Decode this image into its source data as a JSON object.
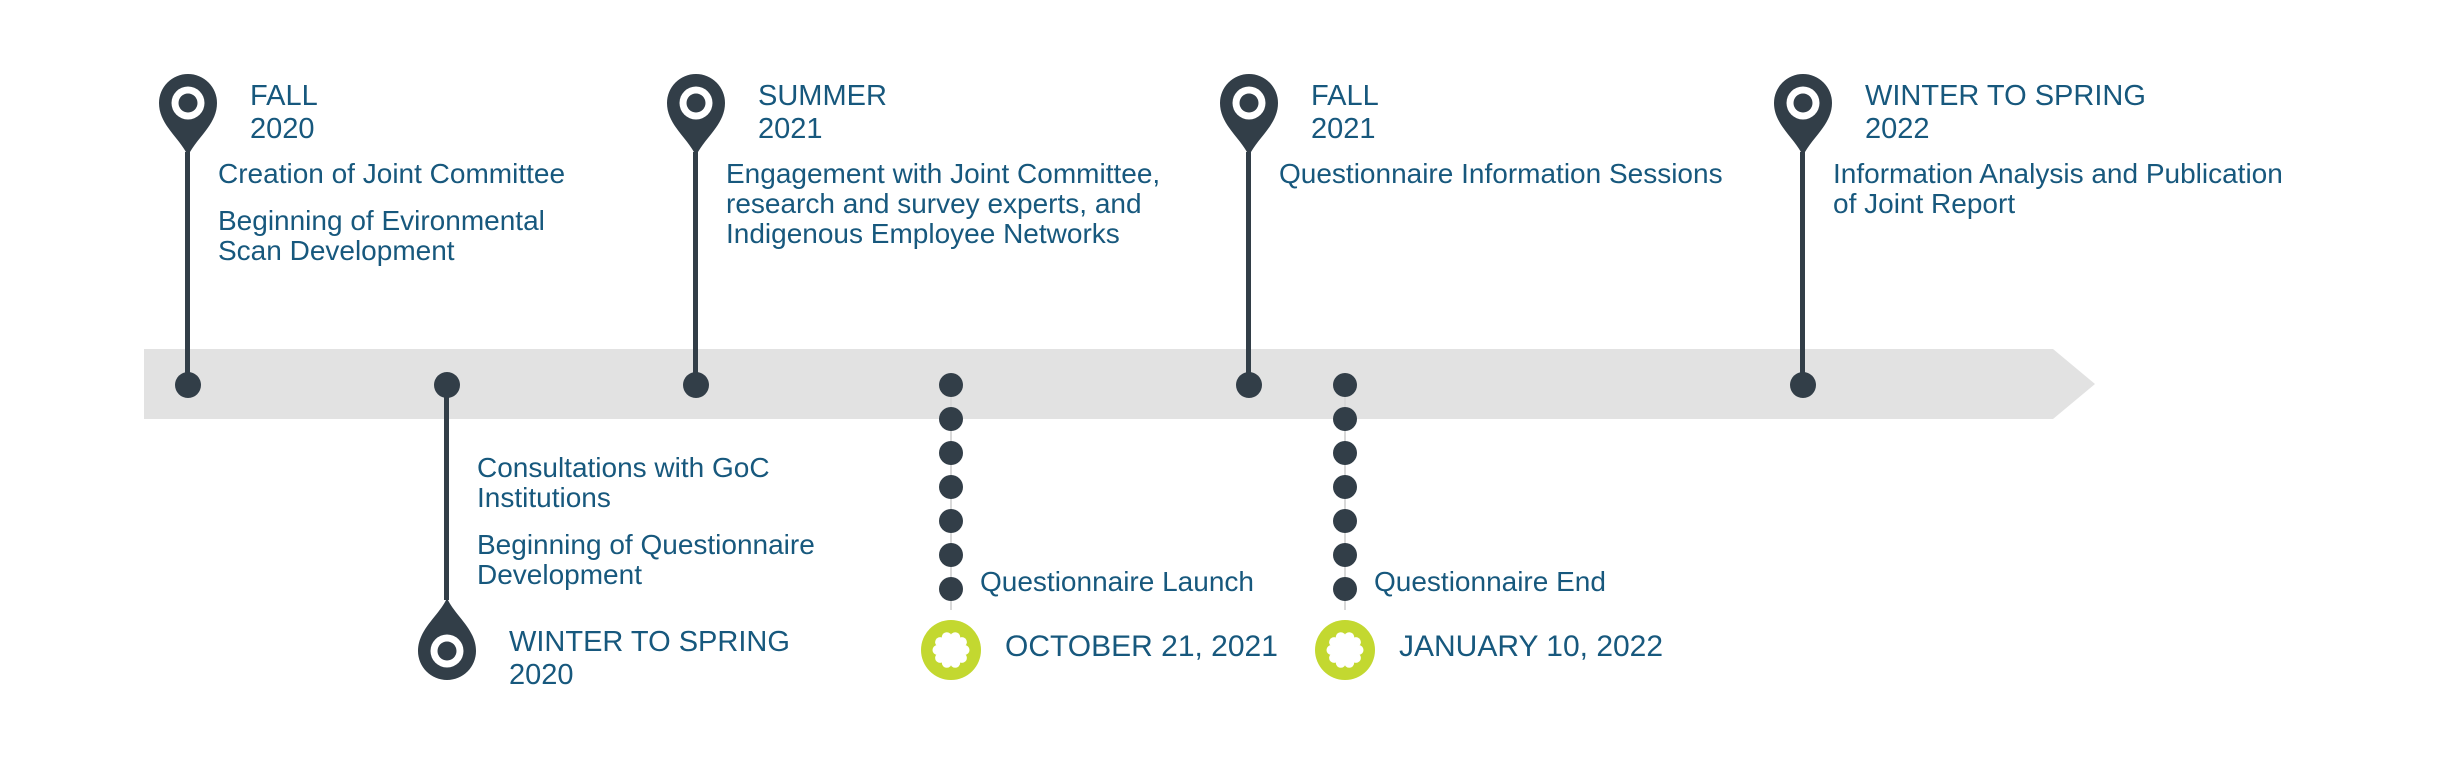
{
  "colors": {
    "dark_slate": "#323e48",
    "text_blue": "#17587d",
    "band_gray": "#e2e2e2",
    "badge_green": "#c3d830",
    "faint_line_gray": "#d9d9d9"
  },
  "milestones": [
    {
      "position": "top",
      "date": [
        "FALL",
        "2020"
      ],
      "para1": [
        "Creation of Joint Committee"
      ],
      "para2": [
        "Beginning of Evironmental",
        "Scan Development"
      ]
    },
    {
      "position": "top",
      "date": [
        "SUMMER",
        "2021"
      ],
      "para1": [
        "Engagement with Joint Committee,",
        "research and survey experts, and",
        "Indigenous Employee Networks"
      ],
      "para2": []
    },
    {
      "position": "top",
      "date": [
        "FALL",
        "2021"
      ],
      "para1": [
        "Questionnaire Information Sessions"
      ],
      "para2": []
    },
    {
      "position": "top",
      "date": [
        "WINTER TO SPRING",
        "2022"
      ],
      "para1": [
        "Information Analysis and Publication",
        "of Joint Report"
      ],
      "para2": []
    },
    {
      "position": "bottom",
      "date": [
        "WINTER TO SPRING",
        "2020"
      ],
      "para1": [
        "Consultations with GoC",
        "Institutions"
      ],
      "para2": [
        "Beginning of Questionnaire",
        "Development"
      ]
    }
  ],
  "events": [
    {
      "label": "Questionnaire Launch",
      "date": "OCTOBER 21, 2021"
    },
    {
      "label": "Questionnaire End",
      "date": "JANUARY 10, 2022"
    }
  ]
}
